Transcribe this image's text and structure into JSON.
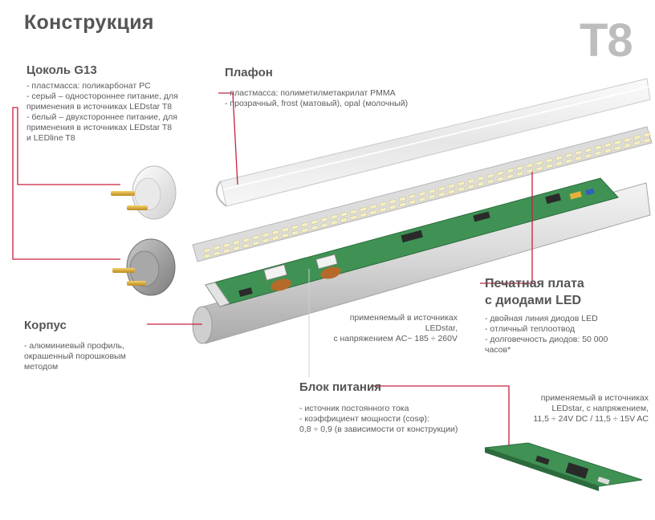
{
  "title": "Конструкция",
  "model": "T8",
  "sections": {
    "base": {
      "heading": "Цоколь G13",
      "bullets": [
        "- пластмасса: поликарбонат PC",
        "- серый – одностороннее питание, для\nприменения в источниках LEDstar T8",
        "- белый – двухстороннее питание, для\nприменения в источниках LEDstar T8\nи LEDline T8"
      ]
    },
    "diffuser": {
      "heading": "Плафон",
      "bullets": [
        "- пластмасса: полиметилметакрилат PMMA",
        "- прозрачный, frost (матовый), opal (молочный)"
      ]
    },
    "housing": {
      "heading": "Корпус",
      "bullets": [
        "- алюминиевый профиль,\nокрашенный порошковым\nметодом"
      ]
    },
    "pcb": {
      "heading": "Печатная плата\nс диодами LED",
      "bullets": [
        "- двойная линия диодов LED",
        "- отличный теплоотвод",
        "- долговечность диодов: 50 000\nчасов*"
      ]
    },
    "psu": {
      "heading": "Блок питания",
      "bullets": [
        "- источник постоянного тока",
        "- коэффициент мощности (cosφ):\n0,8 ÷ 0,9 (в зависимости от конструкции)"
      ]
    }
  },
  "notes": {
    "ac": "применяемый в источниках\nLEDstar,\nс напряжением AC~ 185 ÷ 260V",
    "dc": "применяемый в источниках\nLEDstar, с напряжением,\n11,5 ÷ 24V DC / 11,5 ÷ 15V AC"
  },
  "colors": {
    "leader": "#c8203c",
    "pcb_green": "#3f9254",
    "heading": "#555555",
    "model_text": "#bdbdbd"
  }
}
